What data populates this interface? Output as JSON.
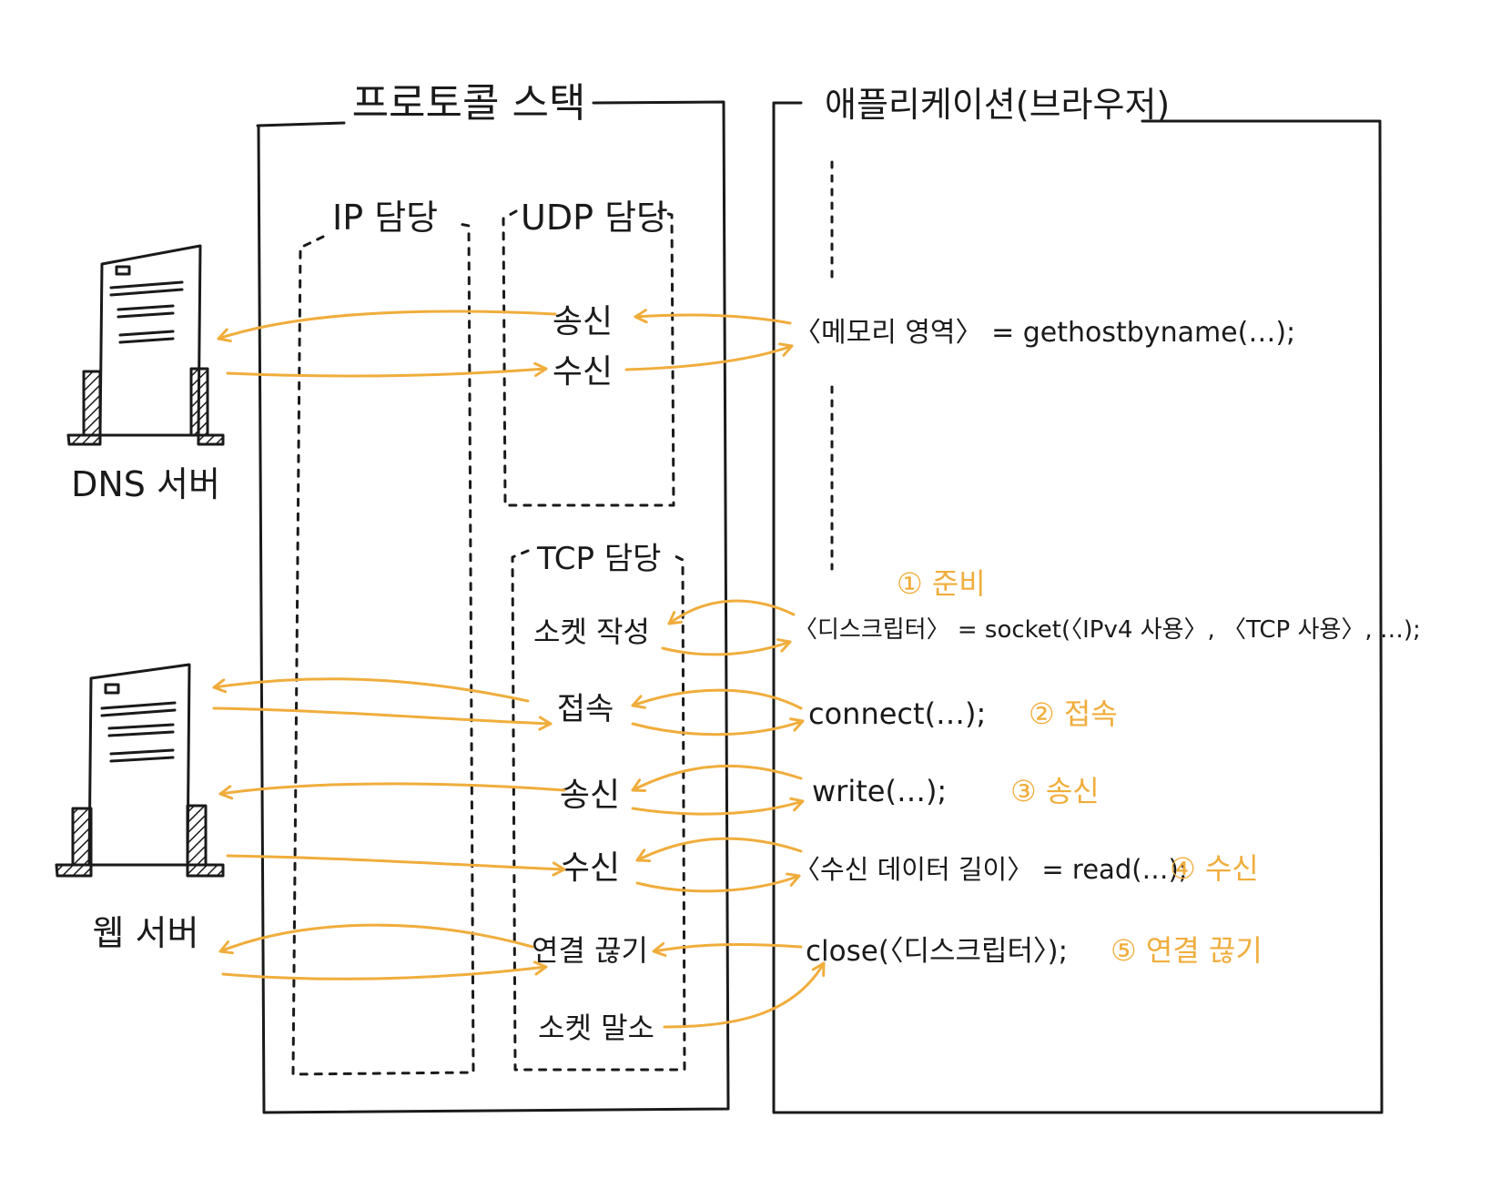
{
  "colors": {
    "ink": "#1a1a1a",
    "accent": "#f0ad3c"
  },
  "labels": {
    "protocol_stack": "프로토콜 스택",
    "application": "애플리케이션(브라우저)",
    "ip": "IP 담당",
    "udp": "UDP 담당",
    "tcp": "TCP 담당",
    "dns_server": "DNS 서버",
    "web_server": "웹 서버"
  },
  "udp_ops": {
    "send": "송신",
    "recv": "수신"
  },
  "tcp_ops": {
    "create": "소켓 작성",
    "connect": "접속",
    "send": "송신",
    "recv": "수신",
    "disconnect": "연결 끊기",
    "delete": "소켓 말소"
  },
  "calls": {
    "gethost": "〈메모리 영역〉 = gethostbyname(…);",
    "socket": "〈디스크립터〉 = socket(〈IPv4 사용〉, 〈TCP 사용〉, …);",
    "connect": "connect(…);",
    "write": "write(…);",
    "read": "〈수신 데이터 길이〉 = read(…);",
    "close": "close(〈디스크립터〉);"
  },
  "steps": {
    "prepare": "① 준비",
    "connect": "② 접속",
    "send": "③ 송신",
    "recv": "④ 수신",
    "disconnect": "⑤ 연결 끊기"
  },
  "icons": {
    "dns_server": "server-tower-icon",
    "web_server": "server-tower-icon"
  }
}
